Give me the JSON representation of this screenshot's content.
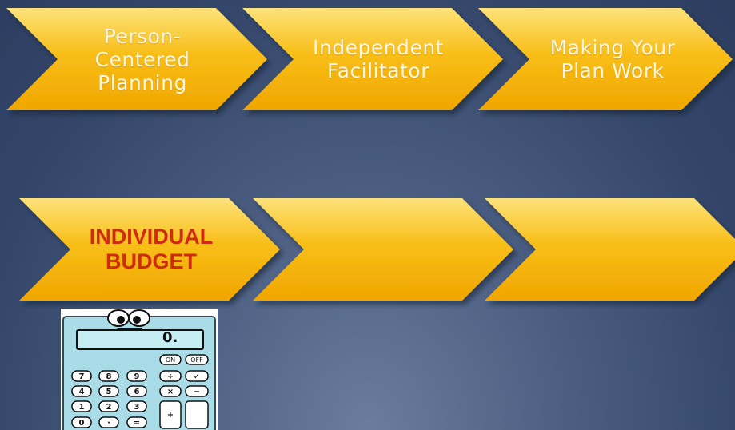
{
  "steps_row1": [
    {
      "label_lines": [
        "Person-",
        "Centered",
        "Planning"
      ]
    },
    {
      "label_lines": [
        "Independent",
        "Facilitator"
      ]
    },
    {
      "label_lines": [
        "Making Your",
        "Plan Work"
      ]
    }
  ],
  "steps_row2": [
    {
      "label_lines": [
        "INDIVIDUAL",
        "BUDGET"
      ],
      "highlight_color": "#cf2b0f"
    },
    {
      "label_lines": []
    },
    {
      "label_lines": []
    }
  ],
  "calculator": {
    "display": "0.",
    "keys": {
      "on": "ON",
      "off": "OFF",
      "row1": [
        "7",
        "8",
        "9",
        "÷",
        "✓"
      ],
      "row2": [
        "4",
        "5",
        "6",
        "×",
        "−"
      ],
      "row3": [
        "1",
        "2",
        "3",
        "+"
      ],
      "row4": [
        "0",
        "·",
        "="
      ]
    }
  },
  "colors": {
    "chevron_fill": "#f7b90e",
    "background": "#3a4d72"
  }
}
